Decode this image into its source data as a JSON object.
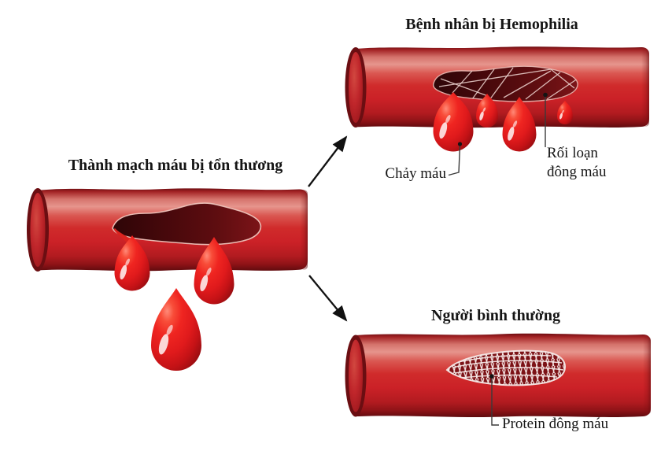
{
  "left_panel": {
    "title": "Thành mạch máu bị tổn thương"
  },
  "hemophilia_panel": {
    "title": "Bệnh nhân bị Hemophilia",
    "bleeding_label": "Chảy máu",
    "clotting_disorder_label_line1": "Rối loạn",
    "clotting_disorder_label_line2": "đông máu"
  },
  "normal_panel": {
    "title": "Người bình thường",
    "clotting_protein_label": "Protein đông máu"
  },
  "colors": {
    "vessel_red": "#cf2127",
    "vessel_highlight_pink": "#e6958d",
    "vessel_dark_maroon": "#6b0e12",
    "wound_dark": "#3a0609",
    "blood_drop_red": "#e51d1d",
    "fibrin_mesh_white": "#f6e9e7",
    "arrow_black": "#111111",
    "label_text": "#151515",
    "background": "#ffffff"
  }
}
